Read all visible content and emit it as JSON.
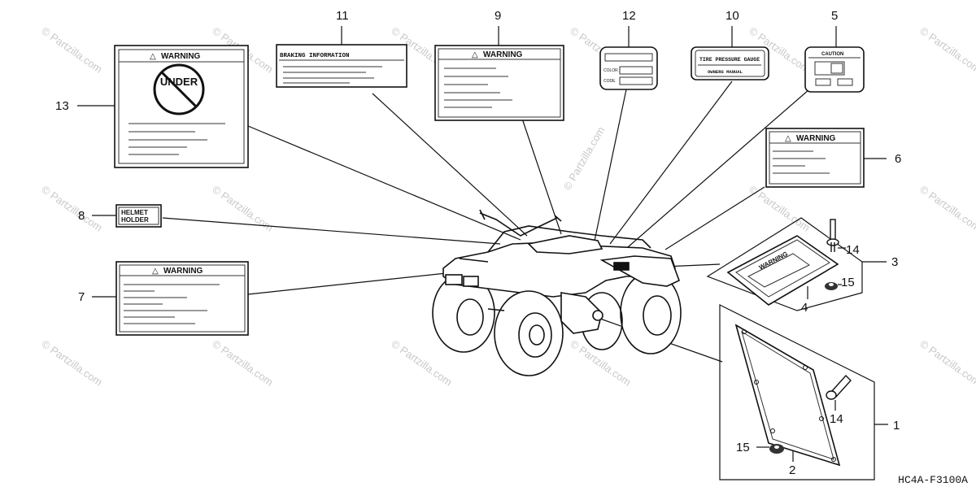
{
  "watermark": "© Partzilla.com",
  "diagram_code": "HC4A-F3100A",
  "callouts": {
    "c1": "1",
    "c2": "2",
    "c3": "3",
    "c4": "4",
    "c5": "5",
    "c6": "6",
    "c7": "7",
    "c8": "8",
    "c9": "9",
    "c10": "10",
    "c11": "11",
    "c12": "12",
    "c13": "13",
    "c14a": "14",
    "c14b": "14",
    "c15a": "15",
    "c15b": "15"
  },
  "labels": {
    "warning": "WARNING",
    "under": "UNDER",
    "braking_info": "BRAKING INFORMATION",
    "color": "COLOR",
    "code": "CODE",
    "tire_pressure": "TIRE PRESSURE GAUGE",
    "owners_manual": "OWNERS MANUAL",
    "caution": "CAUTION",
    "helmet": "HELMET",
    "holder": "HOLDER"
  }
}
